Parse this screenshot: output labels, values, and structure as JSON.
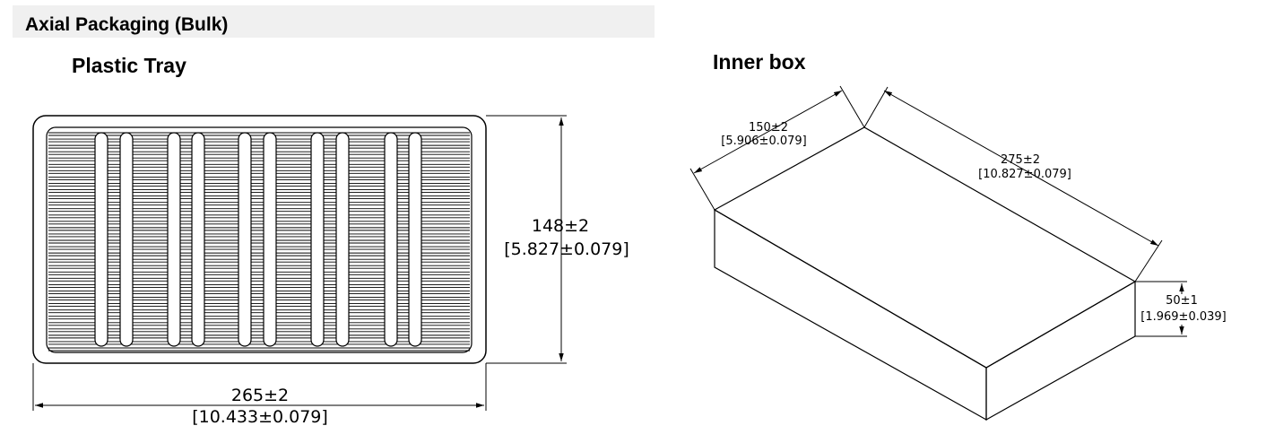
{
  "header": {
    "title": "Axial Packaging (Bulk)"
  },
  "tray": {
    "title": "Plastic Tray",
    "height_dim": "148±2",
    "height_dim_inch": "[5.827±0.079]",
    "width_dim": "265±2",
    "width_dim_inch": "[10.433±0.079]"
  },
  "box": {
    "title": "Inner box",
    "width_dim": "150±2",
    "width_dim_inch": "[5.906±0.079]",
    "length_dim": "275±2",
    "length_dim_inch": "[10.827±0.079]",
    "height_dim": "50±1",
    "height_dim_inch": "[1.969±0.039]"
  }
}
